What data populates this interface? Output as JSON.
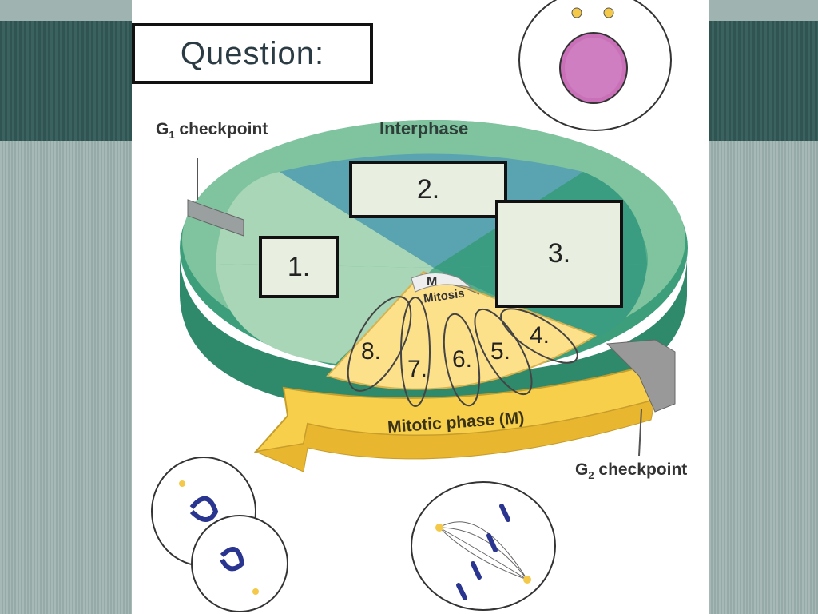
{
  "title": "Question:",
  "labels": {
    "g1_checkpoint": "G",
    "g1_sub": "1",
    "g1_rest": " checkpoint",
    "g2_checkpoint": "G",
    "g2_sub": "2",
    "g2_rest": " checkpoint",
    "interphase": "Interphase",
    "mitotic_phase": "Mitotic phase (M)",
    "m": "M",
    "mitosis": "Mitosis"
  },
  "blanks": {
    "b1": "1.",
    "b2": "2.",
    "b3": "3.",
    "b4": "4.",
    "b5": "5.",
    "b6": "6.",
    "b7": "7.",
    "b8": "8."
  },
  "colors": {
    "ring_dark": "#3c9e7a",
    "ring_light": "#7fc49f",
    "g1_region": "#a8d6b6",
    "s_region": "#5aa3b0",
    "g2_region": "#3a9c80",
    "mitotic_yellow": "#fde08a",
    "arrow_yellow": "#f7cf4a",
    "nucleus_pink": "#c970b8",
    "chromosome_blue": "#2a3590"
  }
}
